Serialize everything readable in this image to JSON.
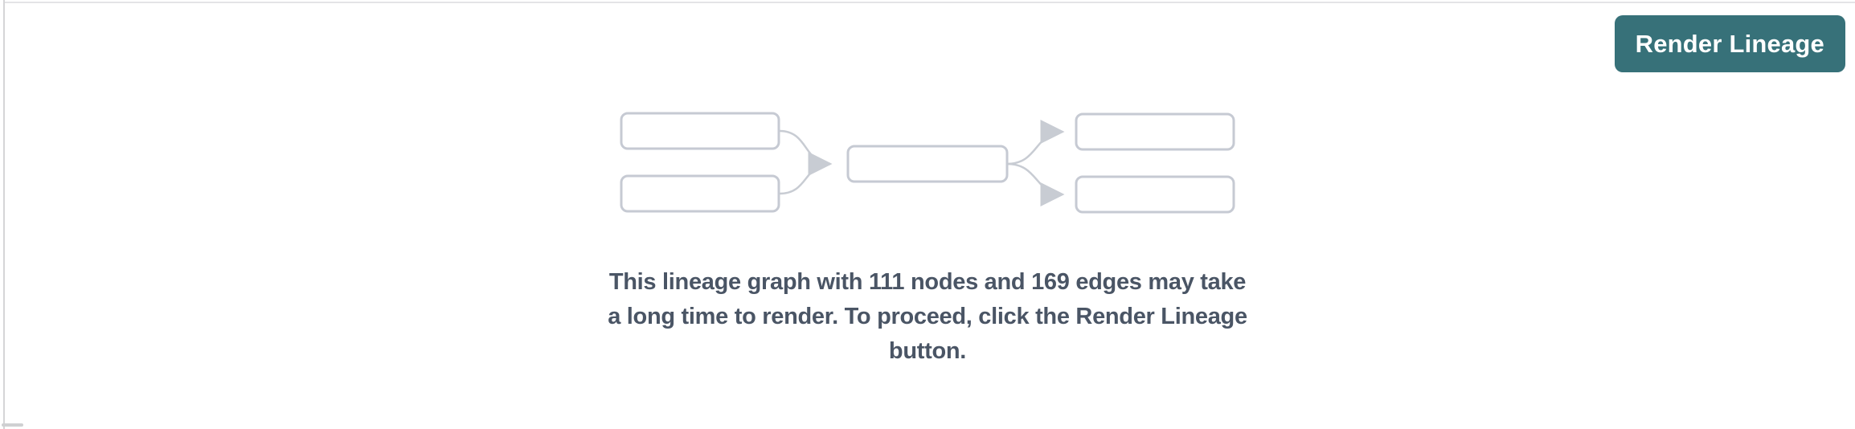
{
  "toolbar": {
    "render_button_label": "Render Lineage"
  },
  "message": {
    "lines": [
      "This lineage graph with 111 nodes and 169 edges may take",
      "a long time to render. To proceed, click the Render Lineage",
      "button."
    ],
    "node_count": "111",
    "edge_count": "169"
  },
  "diagram": {
    "description": "placeholder lineage graph: 2 source nodes feeding 1 middle node feeding 2 target nodes",
    "node_boxes": 5,
    "edge_arrows": 4
  },
  "colors": {
    "accent": "#377179",
    "accent-text": "#ffffff",
    "message-text": "#4a5565",
    "node-border": "#c6cad3",
    "edge": "#c8ccd3",
    "panel-top-border": "#e4e4e6",
    "panel-left-border": "#d5d5d7",
    "scrollbar-thumb": "#cfd0d2"
  }
}
